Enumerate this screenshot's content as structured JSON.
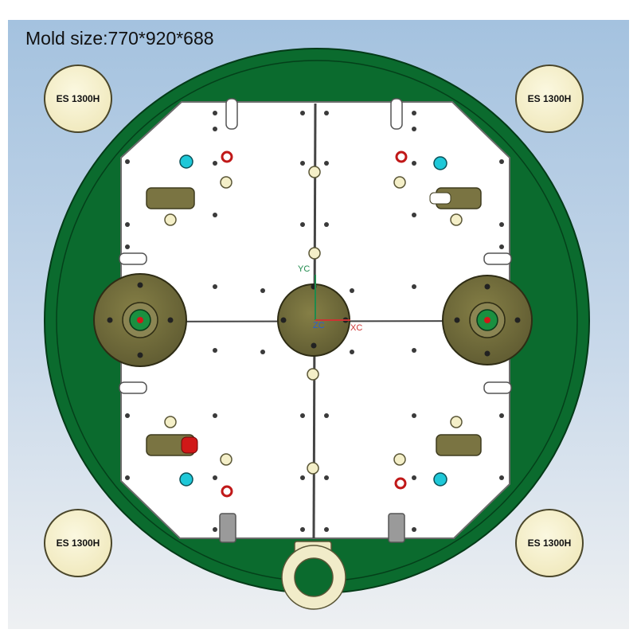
{
  "title": "Mold size:770*920*688",
  "clamp_labels": {
    "top_left": "ES 1300H",
    "top_right": "ES 1300H",
    "bottom_left": "ES 1300H",
    "bottom_right": "ES 1300H"
  },
  "axes": {
    "y_label": "YC",
    "x_label": "XC",
    "z_label": "ZC"
  },
  "colors": {
    "background_top": "#a7c4e0",
    "background_bottom": "#eceef0",
    "platen_green": "#0b6b2e",
    "mold_plate": "#ffffff",
    "flange_olive": "#6f6a38",
    "clamp_cream": "#f6f1cc",
    "cooling_cyan": "#1ec8d8",
    "marker_red": "#d01818",
    "axis_red": "#cc3333",
    "axis_green": "#1f8a4c",
    "axis_blue": "#2a5fd0"
  }
}
